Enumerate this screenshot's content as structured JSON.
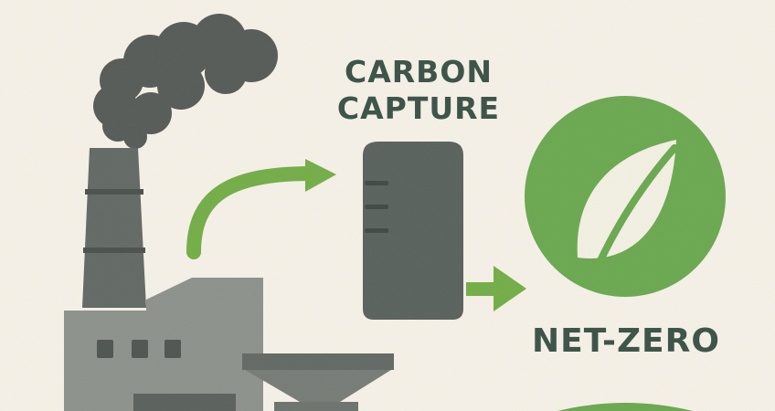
{
  "labels": {
    "capture_line1": "CARBON",
    "capture_line2": "CAPTURE",
    "net_zero": "NET-ZERO"
  },
  "colors": {
    "background": "#f5f1e7",
    "smoke": "#555a57",
    "factory_dark": "#626864",
    "factory_light": "#8d918b",
    "capture_tank": "#59615c",
    "arrow_green": "#73ad46",
    "circle_green": "#6aa84f",
    "leaf": "#f3f0e3",
    "text": "#3f554a"
  },
  "icons": {
    "emission_arrow": "curved-arrow-right",
    "output_arrow": "arrow-right",
    "net_zero_symbol": "leaf-icon"
  }
}
